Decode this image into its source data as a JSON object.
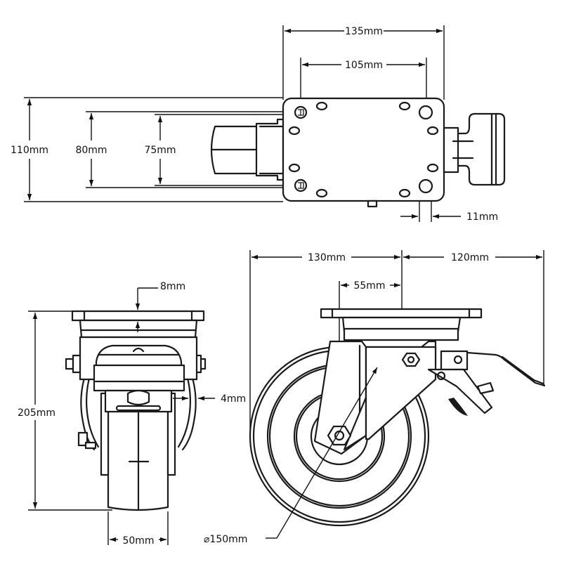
{
  "title": "Swivel castor with total brake and foot-lock - dimension drawing",
  "views": {
    "top_view": {
      "dimensions": {
        "plate_length": "135mm",
        "bolt_hole_spacing_length": "105mm",
        "plate_width": "110mm",
        "bolt_hole_spacing_width_outer": "80mm",
        "bolt_hole_spacing_width_inner": "75mm",
        "bolt_hole_diameter": "11mm"
      }
    },
    "front_view": {
      "dimensions": {
        "plate_thickness": "8mm",
        "overall_height": "205mm",
        "fork_thickness": "4mm",
        "wheel_width": "50mm"
      }
    },
    "side_view": {
      "dimensions": {
        "rear_reach": "130mm",
        "brake_reach": "120mm",
        "swivel_offset": "55mm",
        "wheel_diameter": "⌀150mm"
      }
    }
  }
}
